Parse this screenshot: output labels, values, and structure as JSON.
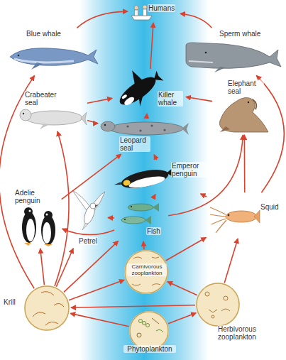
{
  "diagram": {
    "nodes": [
      {
        "text": [
          "Humans"
        ]
      },
      {
        "text": [
          "Blue whale"
        ]
      },
      {
        "text": [
          "Sperm whale"
        ]
      },
      {
        "text": [
          "Killer whale"
        ]
      },
      {
        "text": [
          "Elephant seal"
        ]
      },
      {
        "text": [
          "Crabeater seal"
        ]
      },
      {
        "text": [
          "Leopard seal"
        ]
      },
      {
        "text": [
          "Emperor penguin"
        ]
      },
      {
        "text": [
          "Adelie penguin"
        ]
      },
      {
        "text": [
          "Petrel"
        ]
      },
      {
        "text": [
          "Squid"
        ]
      },
      {
        "text": [
          "Fish"
        ]
      },
      {
        "text": [
          "Carnivorous zooplankton"
        ]
      },
      {
        "text": [
          "Krill"
        ]
      },
      {
        "text": [
          "Herbivorous zooplankton"
        ]
      },
      {
        "text": [
          "Phytoplankton"
        ]
      }
    ],
    "edges": [
      {
        "from": 1,
        "to": 0,
        "arrow": "to"
      },
      {
        "from": 2,
        "to": 0,
        "arrow": "to"
      },
      {
        "from": 3,
        "to": 0,
        "arrow": "to"
      },
      {
        "from": 6,
        "to": 3,
        "arrow": "to"
      },
      {
        "from": 4,
        "to": 3,
        "arrow": "to"
      },
      {
        "from": 5,
        "to": 3,
        "arrow": "to"
      },
      {
        "from": 7,
        "to": 6,
        "arrow": "to"
      },
      {
        "from": 8,
        "to": 6,
        "arrow": "to"
      },
      {
        "from": 5,
        "to": 6,
        "arrow": "to"
      },
      {
        "from": 11,
        "to": 7,
        "arrow": "to"
      },
      {
        "from": 10,
        "to": 7,
        "arrow": "to"
      },
      {
        "from": 10,
        "to": 4,
        "arrow": "to"
      },
      {
        "from": 10,
        "to": 2,
        "arrow": "to"
      },
      {
        "from": 11,
        "to": 8,
        "arrow": "to"
      },
      {
        "from": 11,
        "to": 9,
        "arrow": "to"
      },
      {
        "from": 11,
        "to": 4,
        "arrow": "to"
      },
      {
        "from": 12,
        "to": 11,
        "arrow": "to"
      },
      {
        "from": 12,
        "to": 10,
        "arrow": "to"
      },
      {
        "from": 13,
        "to": 12,
        "arrow": "to"
      },
      {
        "from": 14,
        "to": 12,
        "arrow": "to"
      },
      {
        "from": 13,
        "to": 11,
        "arrow": "to"
      },
      {
        "from": 13,
        "to": 8,
        "arrow": "to"
      },
      {
        "from": 13,
        "to": 9,
        "arrow": "to"
      },
      {
        "from": 13,
        "to": 5,
        "arrow": "to"
      },
      {
        "from": 13,
        "to": 1,
        "arrow": "to"
      },
      {
        "from": 14,
        "to": 13,
        "arrow": "to"
      },
      {
        "from": 15,
        "to": 13,
        "arrow": "to"
      },
      {
        "from": 15,
        "to": 14,
        "arrow": "to"
      },
      {
        "from": 14,
        "to": 10,
        "arrow": "to"
      }
    ]
  }
}
